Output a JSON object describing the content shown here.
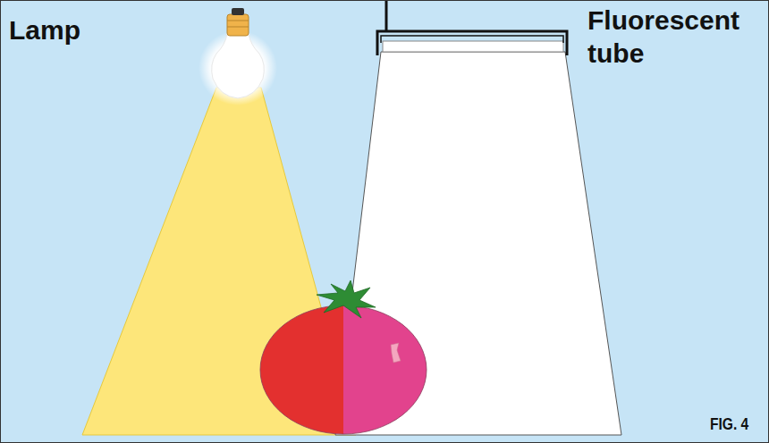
{
  "diagram": {
    "labels": [
      "Lamp",
      "Fluorescent tube",
      "FIG. 4"
    ]
  }
}
